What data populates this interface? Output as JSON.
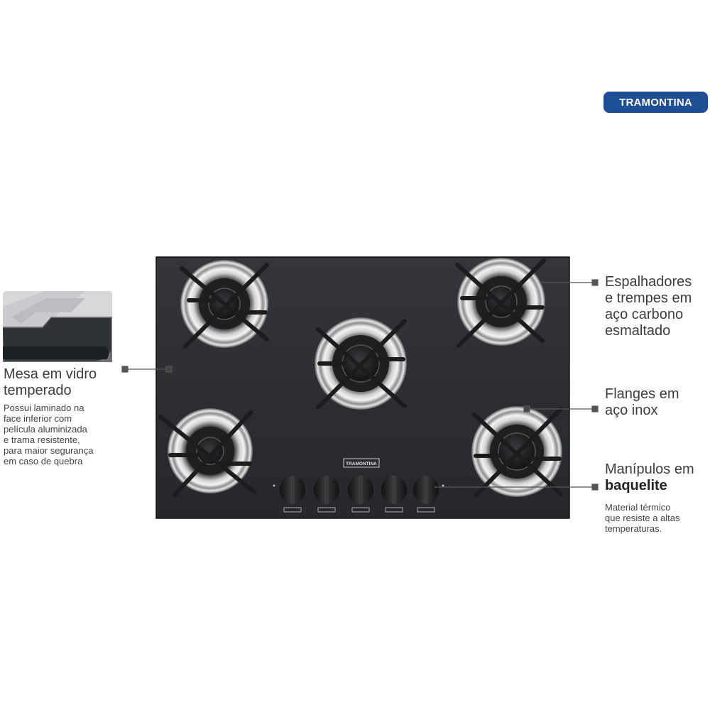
{
  "brand": {
    "logo_text": "TRAMONTINA",
    "logo_color": "#1e4e93",
    "panel_logo_text": "TRAMONTINA"
  },
  "product": {
    "panel_color": "#2c2d30",
    "burner_count": 5,
    "knob_count": 5
  },
  "callouts": {
    "glass": {
      "title_line1": "Mesa em vidro",
      "title_line2": "temperado",
      "desc_line1": "Possui laminado na",
      "desc_line2": "face inferior com",
      "desc_line3": "película aluminizada",
      "desc_line4": "e trama resistente,",
      "desc_line5": "para maior segurança",
      "desc_line6": "em caso de quebra"
    },
    "spreaders": {
      "line1": "Espalhadores",
      "line2": "e trempes em",
      "line3": "aço carbono",
      "line4": "esmaltado"
    },
    "flanges": {
      "line1": "Flanges em",
      "line2": "aço inox"
    },
    "knobs": {
      "line1": "Manípulos em",
      "line2": "baquelite",
      "desc_line1": "Material térmico",
      "desc_line2": "que resiste a altas",
      "desc_line3": "temperaturas."
    }
  }
}
